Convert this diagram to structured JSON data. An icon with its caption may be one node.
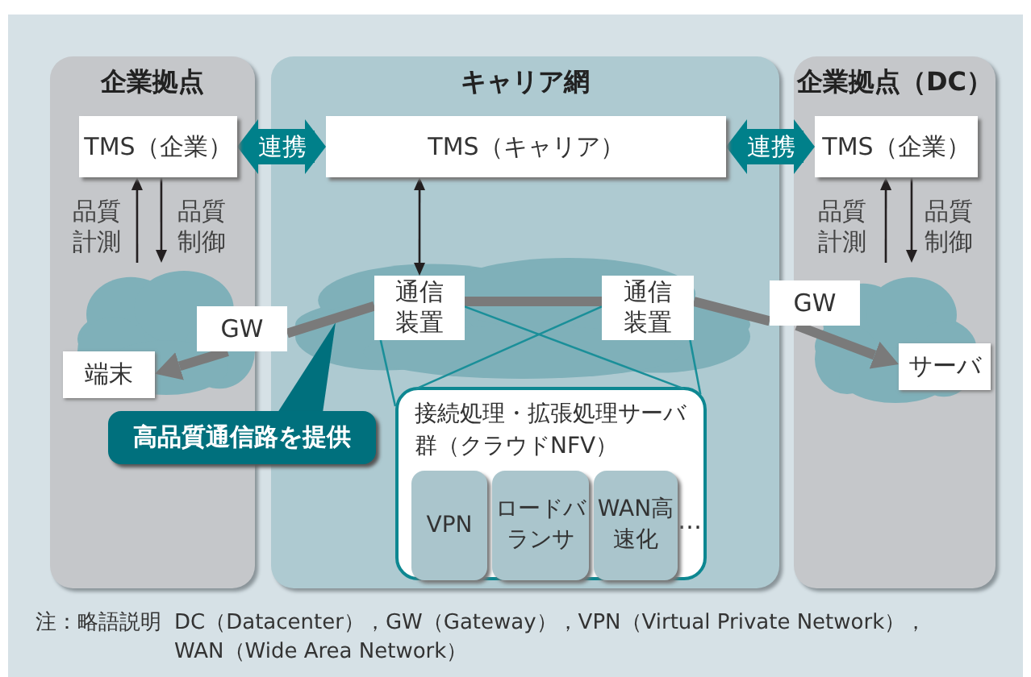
{
  "diagram": {
    "nodes": [
      {
        "text": [
          "企業拠点"
        ]
      },
      {
        "text": [
          "キャリア網"
        ]
      },
      {
        "text": [
          "企業拠点（DC）"
        ]
      },
      {
        "text": [
          "TMS（企業）"
        ],
        "in": 0
      },
      {
        "text": [
          "TMS（キャリア）"
        ],
        "in": 1
      },
      {
        "text": [
          "TMS（企業）"
        ],
        "in": 2
      },
      {
        "text": [
          "通信装置"
        ],
        "in": 1
      },
      {
        "text": [
          "通信装置"
        ],
        "in": 1
      },
      {
        "text": [
          "端末"
        ],
        "in": 0
      },
      {
        "text": [
          "サーバ"
        ],
        "in": 2
      },
      {
        "text": [
          "接続処理・拡張処理サーバ群（クラウドNFV）",
          "…"
        ],
        "in": 1
      },
      {
        "text": [
          "VPN"
        ],
        "in": 10
      },
      {
        "text": [
          "ロードバランサ"
        ],
        "in": 10
      },
      {
        "text": [
          "WAN高速化"
        ],
        "in": 10
      },
      {
        "text": [
          "高品質通信路を提供"
        ]
      },
      {
        "text": [
          "GW"
        ]
      },
      {
        "text": [
          "GW"
        ]
      }
    ],
    "edges": [
      {
        "from": 3,
        "to": 4,
        "arrow": "both",
        "label": "連携",
        "style": "thick",
        "color": "#00808a"
      },
      {
        "from": 4,
        "to": 5,
        "arrow": "both",
        "label": "連携",
        "style": "thick",
        "color": "#00808a"
      },
      {
        "from": null,
        "to": 3,
        "arrow": "to",
        "label": "品質計測",
        "color": "#231f20"
      },
      {
        "from": 3,
        "to": null,
        "arrow": "to",
        "label": "品質制御",
        "color": "#231f20"
      },
      {
        "from": null,
        "to": 5,
        "arrow": "to",
        "label": "品質計測",
        "color": "#231f20"
      },
      {
        "from": 5,
        "to": null,
        "arrow": "to",
        "label": "品質制御",
        "color": "#231f20"
      },
      {
        "from": 4,
        "to": 6,
        "arrow": "both",
        "color": "#231f20"
      },
      {
        "from": 6,
        "to": 7,
        "arrow": "none",
        "style": "thick",
        "color": "#7a7a7a"
      },
      {
        "from": 6,
        "to": 15,
        "arrow": "none",
        "style": "thick",
        "color": "#7a7a7a"
      },
      {
        "from": 15,
        "to": 8,
        "arrow": "to",
        "style": "thick",
        "color": "#7a7a7a"
      },
      {
        "from": 7,
        "to": 16,
        "arrow": "none",
        "style": "thick",
        "color": "#7a7a7a"
      },
      {
        "from": 16,
        "to": 9,
        "arrow": "to",
        "style": "thick",
        "color": "#7a7a7a"
      },
      {
        "from": 6,
        "to": 10,
        "arrow": "none",
        "color": "#1a8f99"
      },
      {
        "from": 6,
        "to": 10,
        "arrow": "none",
        "color": "#1a8f99"
      },
      {
        "from": 7,
        "to": 10,
        "arrow": "none",
        "color": "#1a8f99"
      },
      {
        "from": 7,
        "to": 10,
        "arrow": "none",
        "color": "#1a8f99"
      }
    ],
    "labels": [
      "注：略語説明",
      "DC（Datacenter），GW（Gateway），VPN（Virtual Private Network），WAN（Wide Area Network）"
    ]
  }
}
